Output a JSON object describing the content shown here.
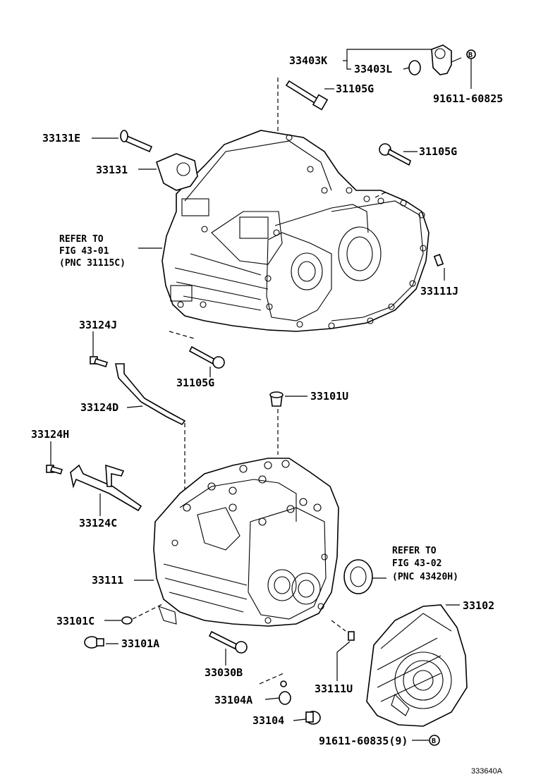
{
  "diagram_code": "333640A",
  "labels": {
    "p33403K": "33403K",
    "p33403L": "33403L",
    "p91611_60825": "91611-60825",
    "p31105G_a": "31105G",
    "p33131E": "33131E",
    "p31105G_b": "31105G",
    "p33131": "33131",
    "p33111J": "33111J",
    "p33124J": "33124J",
    "p31105G_c": "31105G",
    "p33101U": "33101U",
    "p33124D": "33124D",
    "p33124H": "33124H",
    "p33124C": "33124C",
    "p33111": "33111",
    "p33102": "33102",
    "p33101C": "33101C",
    "p33101A": "33101A",
    "p33030B": "33030B",
    "p33111U": "33111U",
    "p33104A": "33104A",
    "p33104": "33104",
    "p91611_60835": "91611-60835(9)"
  },
  "references": {
    "ref1": {
      "line1": "REFER TO",
      "line2": "FIG 43-01",
      "line3": "(PNC 31115C)"
    },
    "ref2": {
      "line1": "REFER TO",
      "line2": "FIG 43-02",
      "line3": "(PNC 43420H)"
    }
  },
  "markers": {
    "b1": "B",
    "b2": "B"
  }
}
